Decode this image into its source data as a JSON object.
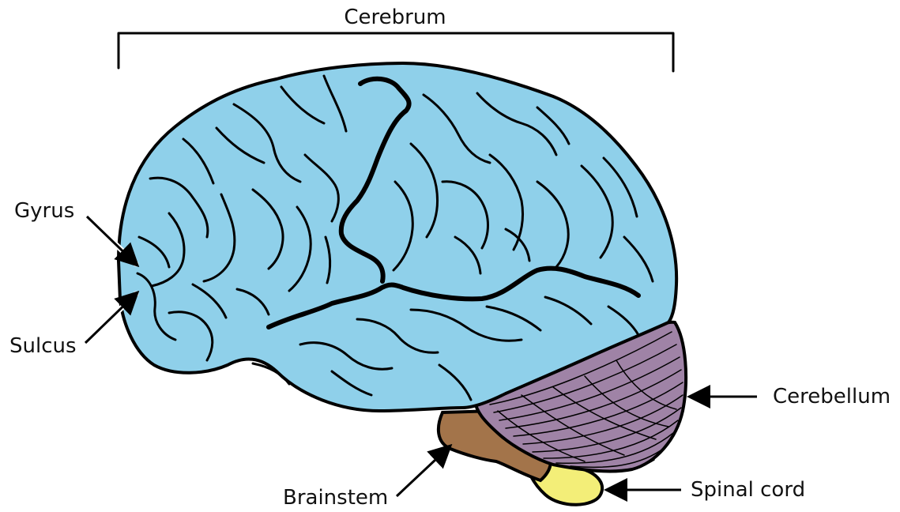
{
  "labels": {
    "cerebrum": "Cerebrum",
    "gyrus": "Gyrus",
    "sulcus": "Sulcus",
    "cerebellum": "Cerebellum",
    "brainstem": "Brainstem",
    "spinal_cord": "Spinal cord"
  },
  "colors": {
    "cerebrum": "#8fd0ea",
    "cerebellum": "#9f83a6",
    "brainstem": "#a3744a",
    "spinal_cord": "#f3ee78",
    "outline": "#000000"
  }
}
